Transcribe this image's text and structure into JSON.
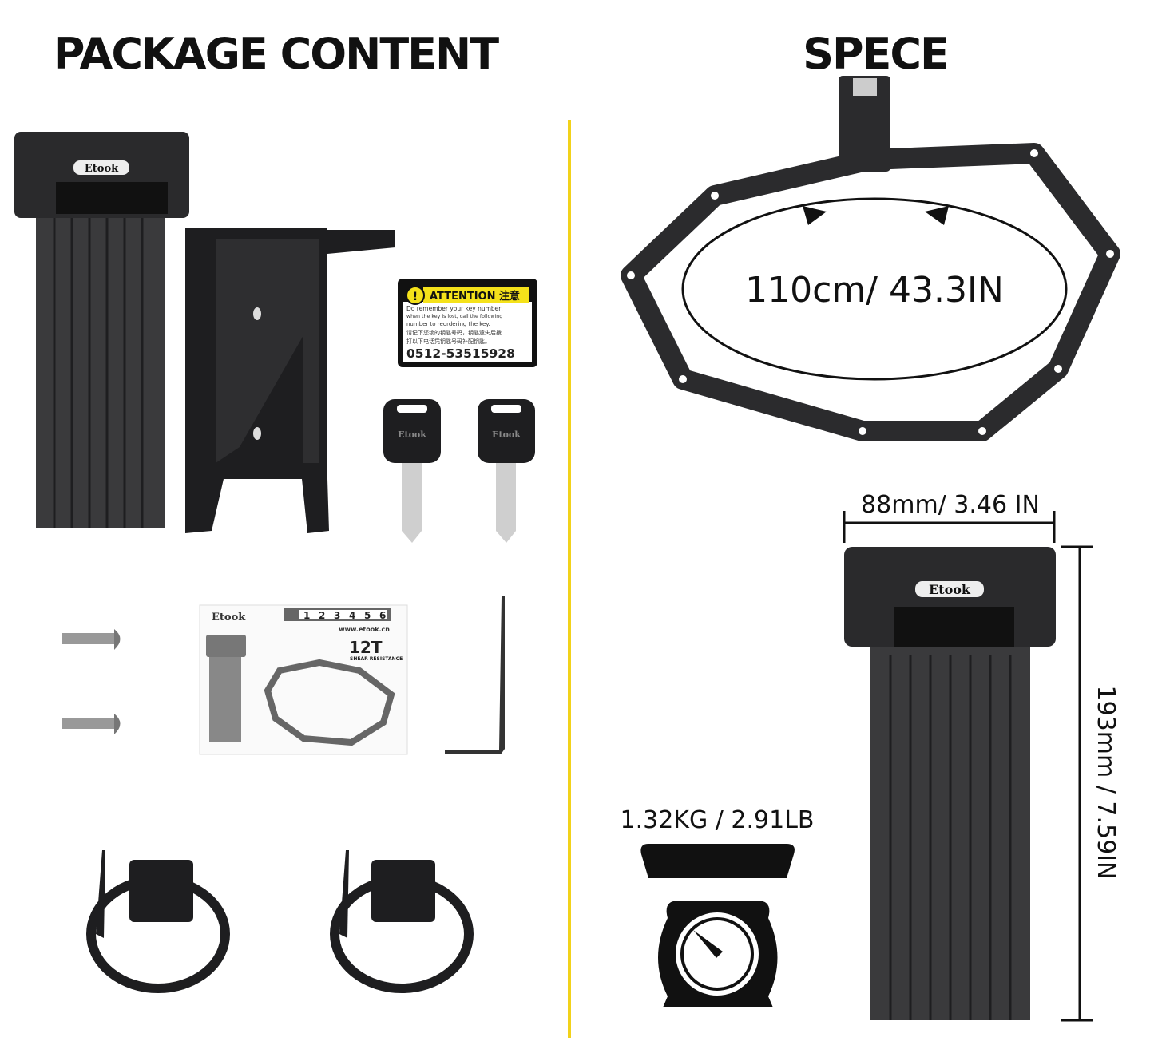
{
  "left_section": {
    "title": "PACKAGE CONTENT",
    "brand": "Etook",
    "attention_label": {
      "heading": "ATTENTION 注意",
      "line1": "Do remember your key number,",
      "line2": "when the key is lost, call the following",
      "line3": "number to reordering the key.",
      "line4": "请记下您锁的钥匙号码，钥匙遗失后拨",
      "line5": "打以下电话凭钥匙号码补配钥匙。",
      "phone": "0512-53515928"
    },
    "manual": {
      "brand": "Etook",
      "levels": [
        "1",
        "2",
        "3",
        "4",
        "5",
        "6"
      ],
      "website": "www.etook.cn",
      "shear_value": "12T",
      "shear_text": "SHEAR RESISTANCE"
    }
  },
  "right_section": {
    "title": "SPECE",
    "circumference": "110cm/ 43.3IN",
    "width": "88mm/ 3.46 IN",
    "height": "193mm / 7.59IN",
    "weight": "1.32KG / 2.91LB"
  },
  "colors": {
    "divider": "#f2d21a",
    "lock": "#2b2b2d",
    "label_yellow": "#f5e21a"
  }
}
